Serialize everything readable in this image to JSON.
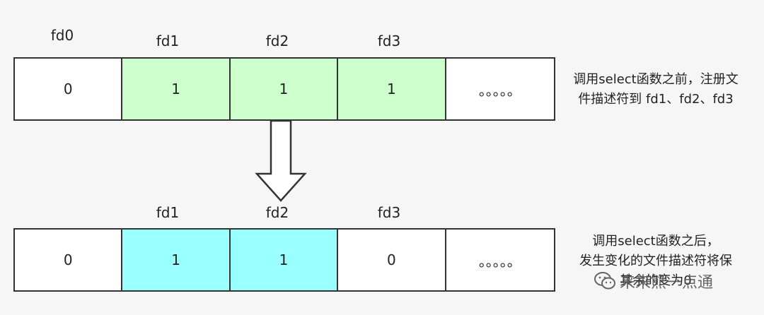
{
  "top": {
    "labels": [
      "fd0",
      "fd1",
      "fd2",
      "fd3"
    ],
    "cells": [
      "0",
      "1",
      "1",
      "1",
      "。。。。。"
    ],
    "highlight_color": "#ccffcc",
    "note_lines": [
      "调用select函数之前，注册文",
      "件描述符到 fd1、fd2、fd3"
    ]
  },
  "bottom": {
    "labels": [
      "fd1",
      "fd2",
      "fd3"
    ],
    "cells": [
      "0",
      "1",
      "1",
      "0",
      "。。。。。"
    ],
    "highlight_color": "#99ffff",
    "note_lines": [
      "调用select函数之后，",
      "发生变化的文件描述符将保",
      "其余的变为0"
    ]
  },
  "watermark": {
    "text": "来来熊一点通",
    "icon": "wechat-icon"
  },
  "colors": {
    "cell_default": "#ffffff",
    "border": "#333333"
  }
}
